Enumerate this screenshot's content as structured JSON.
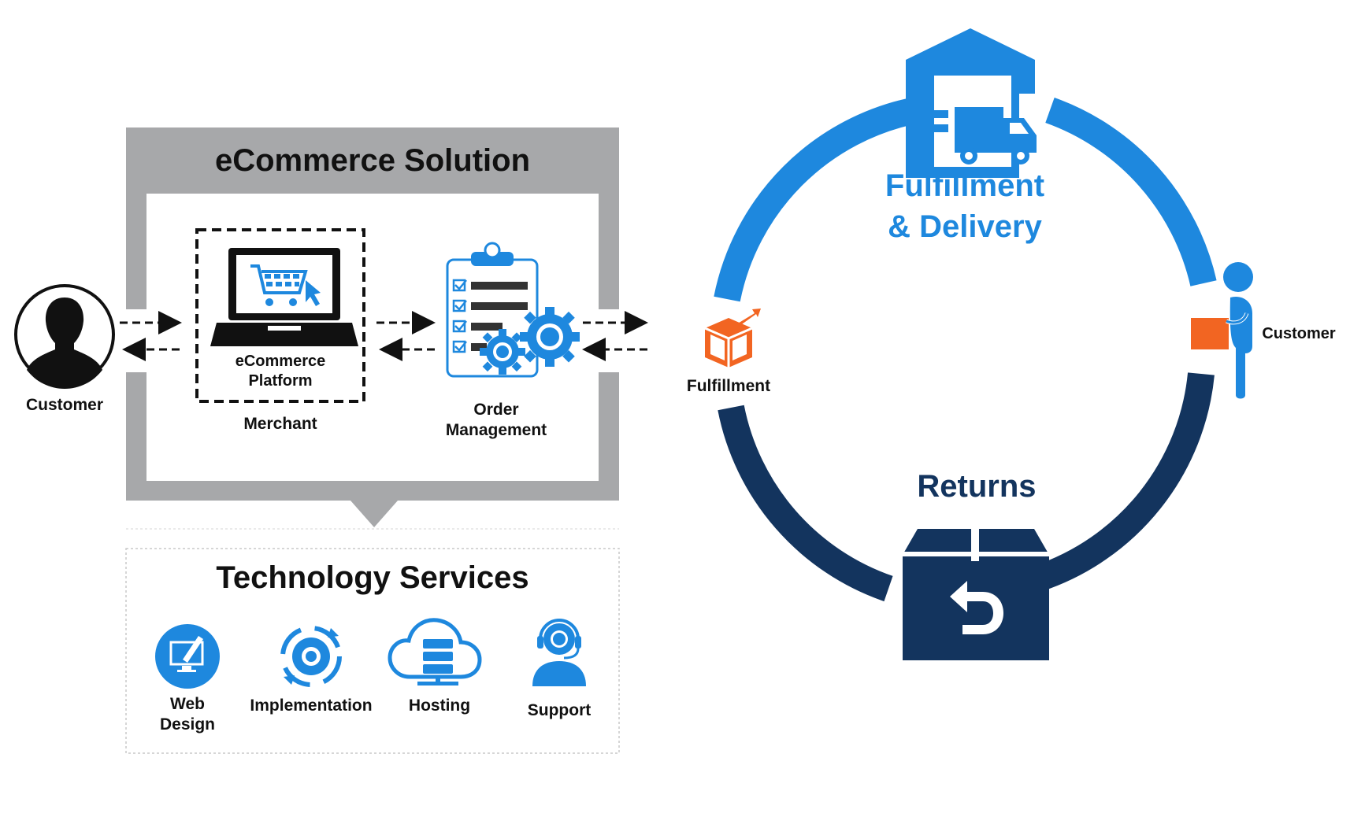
{
  "ecommerce_solution": {
    "title": "eCommerce Solution",
    "customer_label": "Customer",
    "platform_label_line1": "eCommerce",
    "platform_label_line2": "Platform",
    "merchant_label": "Merchant",
    "order_label_line1": "Order",
    "order_label_line2": "Management"
  },
  "technology_services": {
    "title": "Technology Services",
    "items": [
      {
        "line1": "Web",
        "line2": "Design",
        "icon": "monitor-pen-icon"
      },
      {
        "line1": "Implementation",
        "line2": "",
        "icon": "gear-cycle-icon"
      },
      {
        "line1": "Hosting",
        "line2": "",
        "icon": "cloud-server-icon"
      },
      {
        "line1": "Support",
        "line2": "",
        "icon": "headset-person-icon"
      }
    ]
  },
  "cycle": {
    "fulfillment_delivery_line1": "Fulfillment",
    "fulfillment_delivery_line2": "& Delivery",
    "fulfillment_label": "Fulfillment",
    "customer_label": "Customer",
    "returns_label": "Returns"
  },
  "colors": {
    "gray_frame": "#a7a8aa",
    "blue": "#1e88de",
    "navy": "#13345e",
    "orange": "#f26522",
    "text": "#111111"
  }
}
